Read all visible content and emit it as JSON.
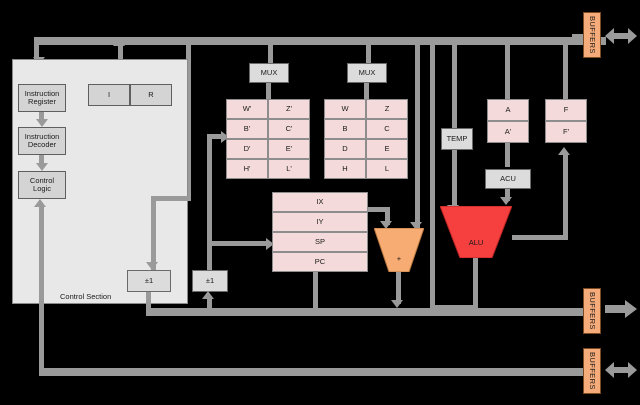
{
  "diagram": {
    "title": "CPU internal architecture block diagram",
    "colors": {
      "background": "#000000",
      "wire": "#9a9a9a",
      "control_panel": "#e8e8e8",
      "gray_box": "#d4d4d4",
      "register_box": "#f4dada",
      "buffers": "#f5ac7a",
      "alu": "#f5403f",
      "incrementer": "#f7ac73"
    }
  },
  "control_section": {
    "label": "Control Section",
    "blocks": [
      {
        "label_line1": "Instruction",
        "label_line2": "Register"
      },
      {
        "label_line1": "Instruction",
        "label_line2": "Decoder"
      },
      {
        "label_line1": "Control",
        "label_line2": "Logic"
      }
    ]
  },
  "ir_register": {
    "cells": [
      "I",
      "R"
    ]
  },
  "mux": {
    "left_label": "MUX",
    "right_label": "MUX"
  },
  "registers": {
    "shadow_set": [
      [
        "W'",
        "Z'"
      ],
      [
        "B'",
        "C'"
      ],
      [
        "D'",
        "E'"
      ],
      [
        "H'",
        "L'"
      ]
    ],
    "main_set": [
      [
        "W",
        "Z"
      ],
      [
        "B",
        "C"
      ],
      [
        "D",
        "E"
      ],
      [
        "H",
        "L"
      ]
    ],
    "pointer_set": [
      "IX",
      "IY",
      "SP",
      "PC"
    ]
  },
  "incrementers": [
    {
      "label": "±1"
    },
    {
      "label": "±1"
    }
  ],
  "adder": {
    "label": "+"
  },
  "alu": {
    "label": "ALU"
  },
  "acu": {
    "label": "ACU"
  },
  "temp": {
    "label": "TEMP"
  },
  "accumulator": {
    "cells": [
      "A",
      "A'"
    ]
  },
  "flags": {
    "cells": [
      "F",
      "F'"
    ]
  },
  "buffers": [
    {
      "label": "BUFFERS",
      "position": "top-right"
    },
    {
      "label": "BUFFERS",
      "position": "middle-right"
    },
    {
      "label": "BUFFERS",
      "position": "bottom-right"
    }
  ],
  "buses": [
    {
      "name": "top-internal-bus",
      "label": ""
    },
    {
      "name": "address-bus",
      "label": ""
    },
    {
      "name": "data-bus",
      "label": ""
    }
  ]
}
